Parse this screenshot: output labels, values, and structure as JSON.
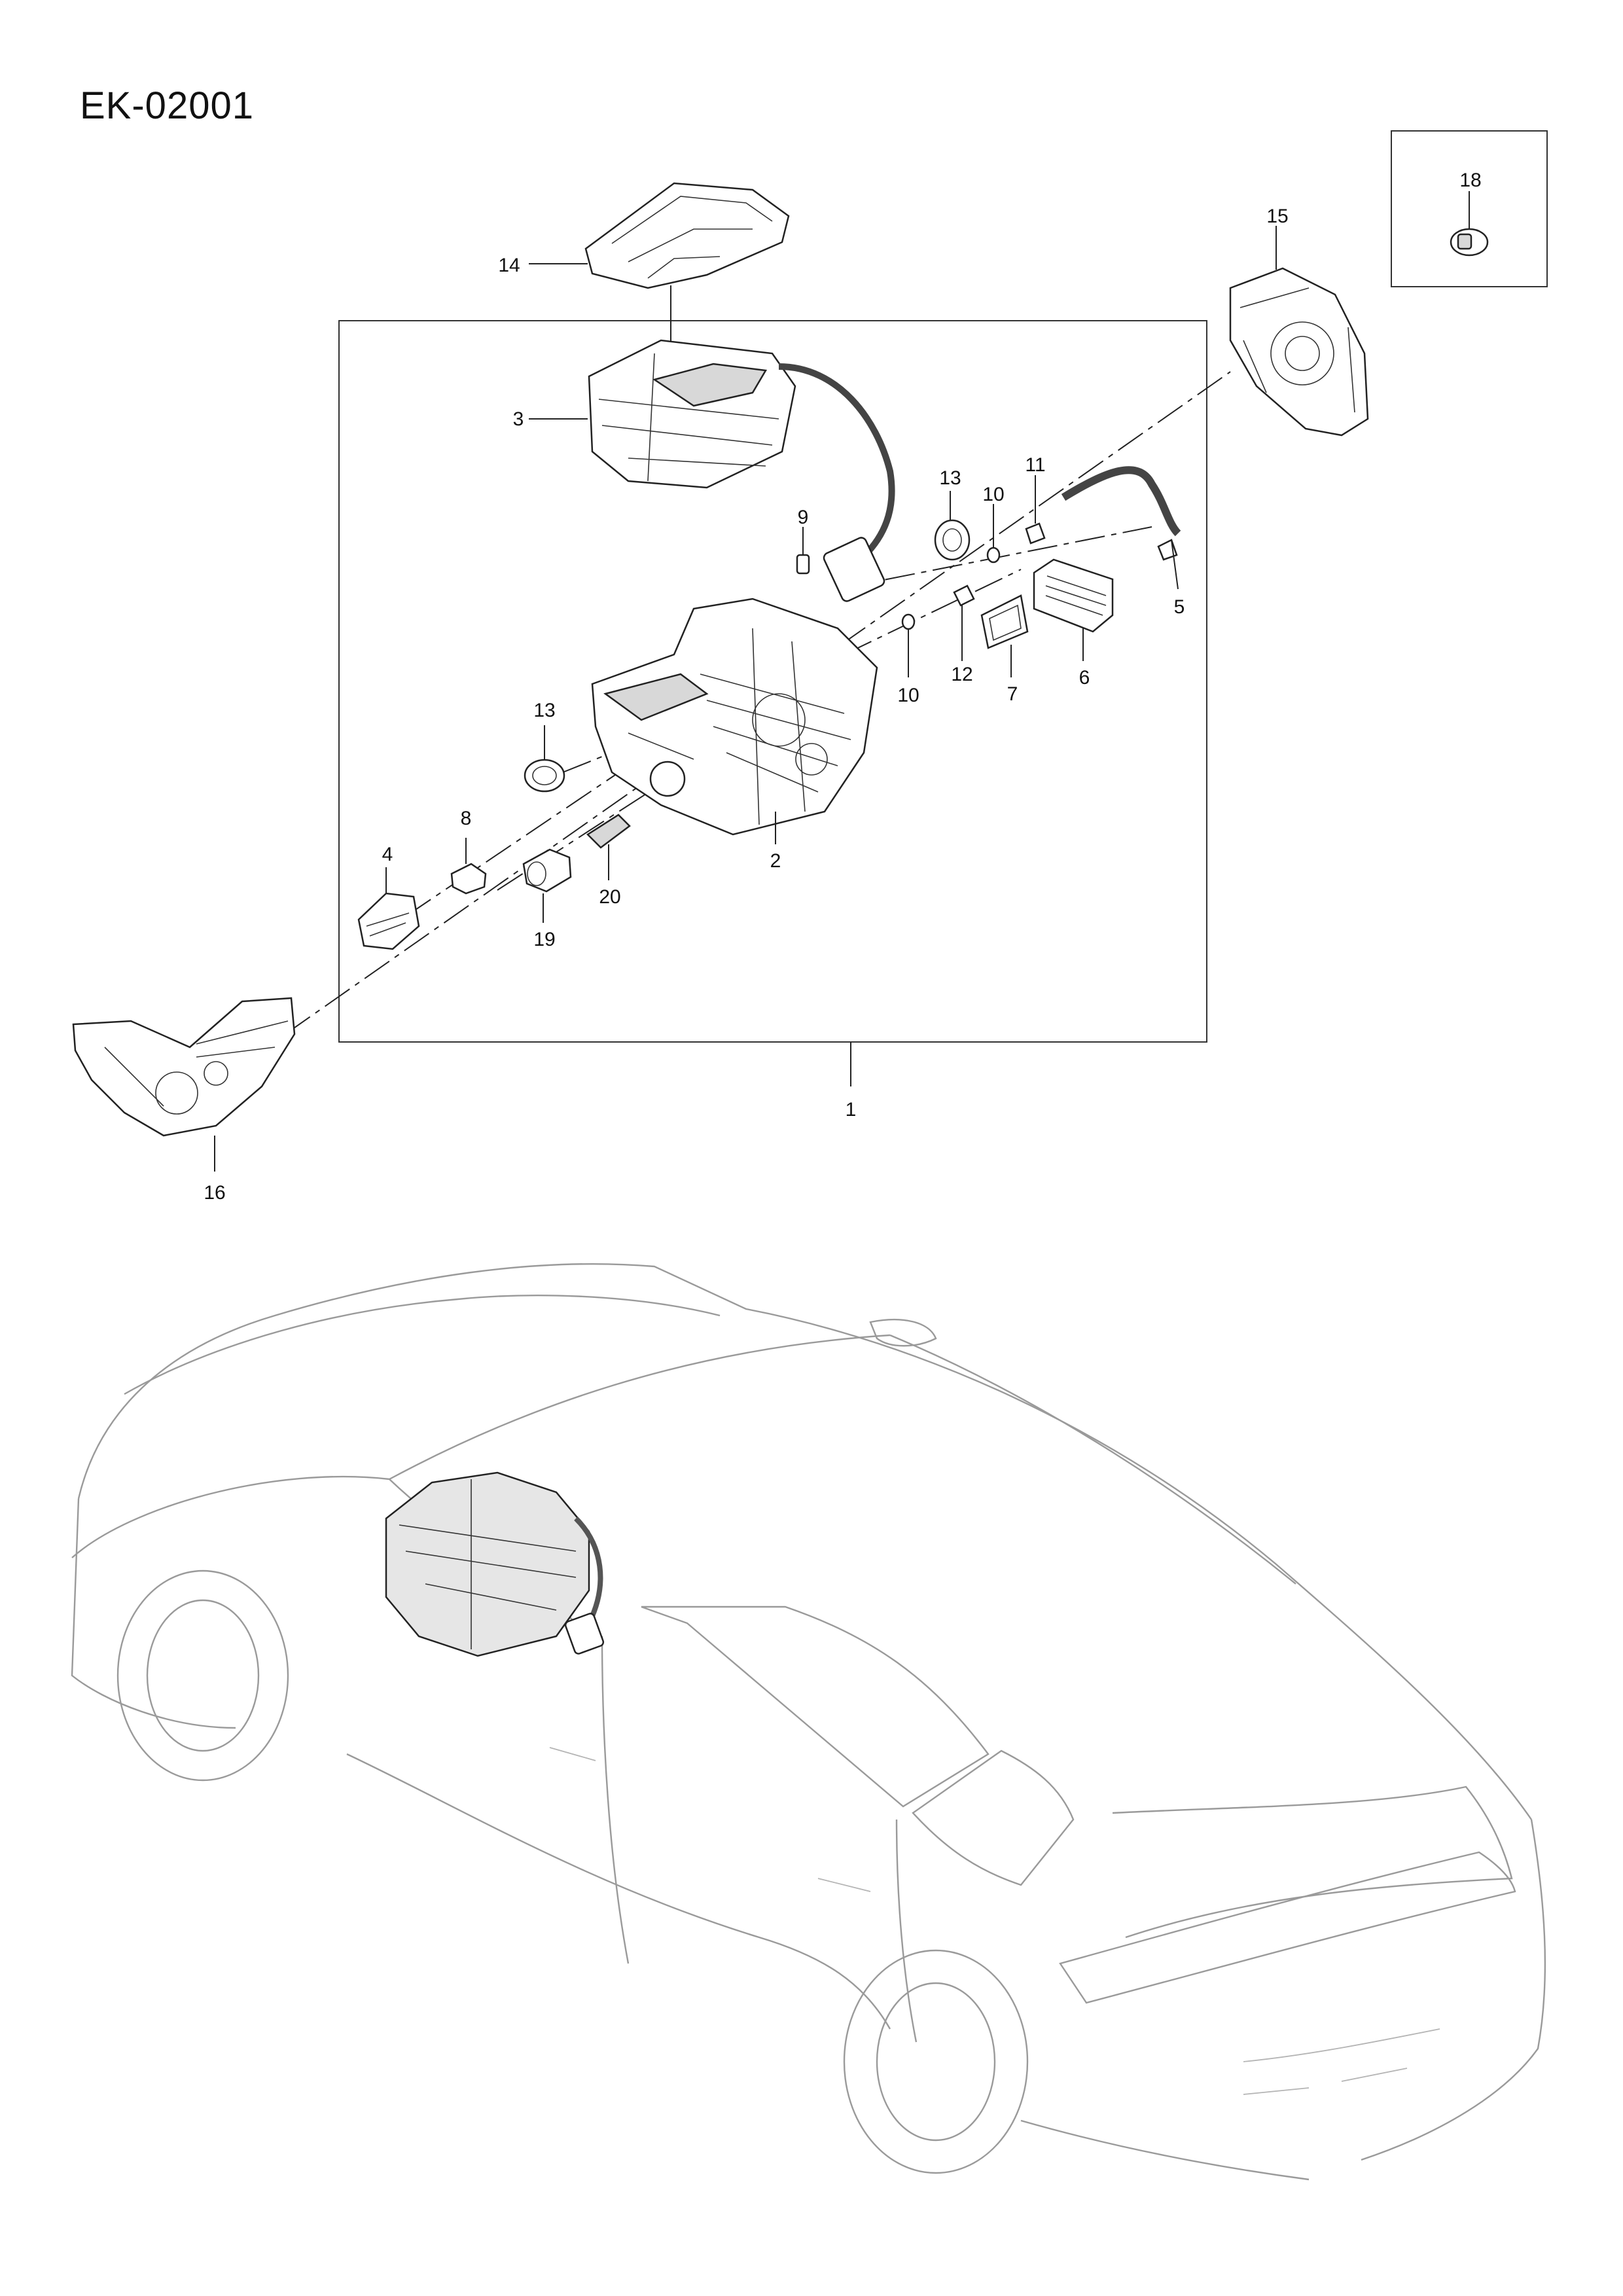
{
  "document": {
    "title": "EK-02001"
  },
  "callouts": [
    {
      "id": "1",
      "label": "1"
    },
    {
      "id": "2",
      "label": "2"
    },
    {
      "id": "3",
      "label": "3"
    },
    {
      "id": "4",
      "label": "4"
    },
    {
      "id": "5",
      "label": "5"
    },
    {
      "id": "6",
      "label": "6"
    },
    {
      "id": "7",
      "label": "7"
    },
    {
      "id": "8",
      "label": "8"
    },
    {
      "id": "9",
      "label": "9"
    },
    {
      "id": "10a",
      "label": "10"
    },
    {
      "id": "10b",
      "label": "10"
    },
    {
      "id": "11",
      "label": "11"
    },
    {
      "id": "12",
      "label": "12"
    },
    {
      "id": "13a",
      "label": "13"
    },
    {
      "id": "13b",
      "label": "13"
    },
    {
      "id": "14",
      "label": "14"
    },
    {
      "id": "15",
      "label": "15"
    },
    {
      "id": "16",
      "label": "16"
    },
    {
      "id": "18",
      "label": "18"
    },
    {
      "id": "19",
      "label": "19"
    },
    {
      "id": "20",
      "label": "20"
    }
  ],
  "icons": {
    "drive-unit": "electric-drive-unit-icon",
    "vehicle": "vehicle-outline-icon"
  }
}
